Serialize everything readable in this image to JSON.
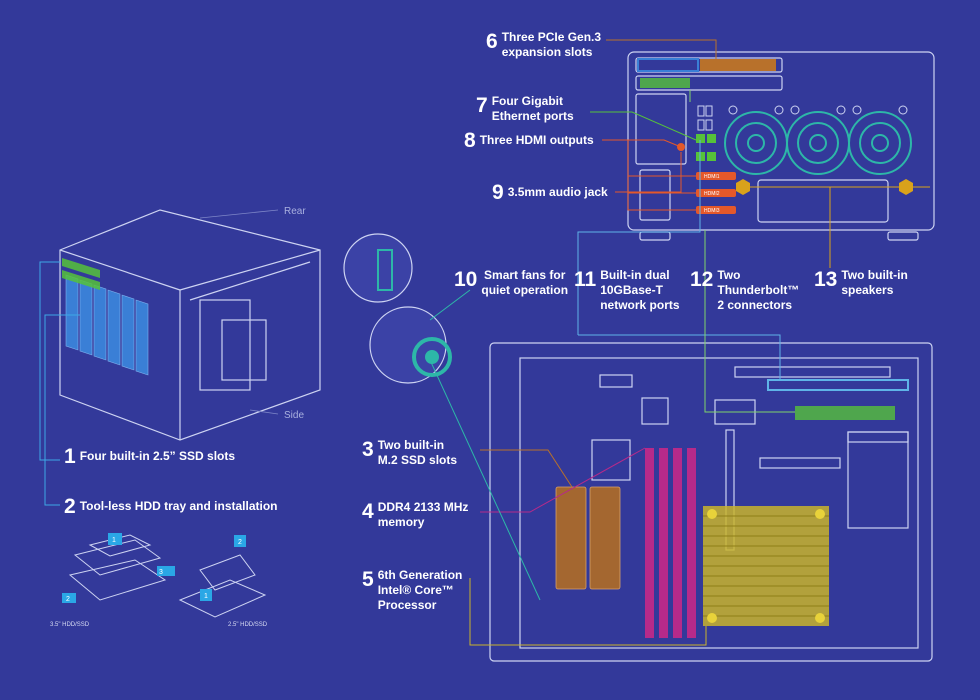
{
  "views": {
    "rear": "Rear",
    "side": "Side"
  },
  "tray_captions": {
    "left": "3.5\" HDD/SSD",
    "right": "2.5\" HDD/SSD"
  },
  "tray_step_numbers": [
    "1",
    "2",
    "3",
    "2",
    "1"
  ],
  "callouts": [
    {
      "number": "1",
      "lines": [
        "Four built-in 2.5” SSD slots"
      ]
    },
    {
      "number": "2",
      "lines": [
        "Tool-less HDD tray and installation"
      ]
    },
    {
      "number": "3",
      "lines": [
        "Two built-in",
        "M.2 SSD slots"
      ]
    },
    {
      "number": "4",
      "lines": [
        "DDR4 2133 MHz",
        "memory"
      ]
    },
    {
      "number": "5",
      "lines": [
        "6th Generation",
        "Intel® Core™",
        "Processor"
      ]
    },
    {
      "number": "6",
      "lines": [
        "Three PCIe Gen.3",
        "expansion slots"
      ]
    },
    {
      "number": "7",
      "lines": [
        "Four Gigabit",
        "Ethernet ports"
      ]
    },
    {
      "number": "8",
      "lines": [
        "Three HDMI outputs"
      ]
    },
    {
      "number": "9",
      "lines": [
        "3.5mm audio jack"
      ]
    },
    {
      "number": "10",
      "lines": [
        "Smart fans for",
        "quiet operation"
      ]
    },
    {
      "number": "11",
      "lines": [
        "Built-in dual",
        "10GBase-T",
        "network ports"
      ]
    },
    {
      "number": "12",
      "lines": [
        "Two",
        "Thunderbolt™",
        "2 connectors"
      ]
    },
    {
      "number": "13",
      "lines": [
        "Two built-in",
        "speakers"
      ]
    }
  ],
  "port_labels": [
    "HDMI1",
    "HDMI2",
    "HDMI3"
  ],
  "colors": {
    "background": "#33399a",
    "outline": "#cdd3f2",
    "drive_bay": "#3a7fd6",
    "ethernet": "#56c23a",
    "fan": "#2db7a8",
    "hdmi": "#e4582a",
    "speaker": "#d9a21b",
    "pcie": "#b8712b",
    "memory": "#b62a8a",
    "ssd": "#a46730",
    "cpu": "#c9b42c",
    "thunderbolt_line": "#7fd36a",
    "tengbe_line": "#5fb4e8"
  }
}
